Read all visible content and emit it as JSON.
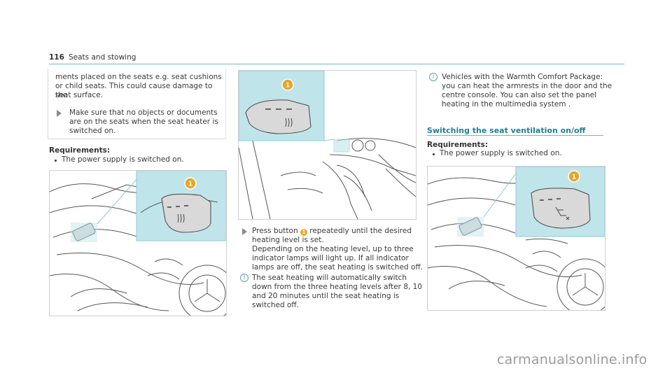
{
  "header": {
    "page_number": "116",
    "title": "Seats and stowing"
  },
  "col1": {
    "warning_lines": [
      "ments placed on the seats e.g. seat cushions",
      "or child seats. This could cause damage to the",
      "seat surface."
    ],
    "warning_bullet_lines": [
      "Make sure that no objects or documents",
      "are on the seats when the seat heater is",
      "switched on."
    ],
    "requirements_title": "Requirements:",
    "requirements_item": "The power supply is switched on."
  },
  "col2": {
    "callout": "1",
    "step_line1_a": "Press button",
    "step_line1_b": "repeatedly until the desired",
    "step_lines": [
      "heating level is set.",
      "Depending on the heating level, up to three",
      "indicator lamps will light up. If all indicator",
      "lamps are off, the seat heating is switched off."
    ],
    "info_lines": [
      "The seat heating will automatically switch",
      "down from the three heating levels after 8, 10",
      "and 20 minutes until the seat heating is",
      "switched off."
    ]
  },
  "col3": {
    "info_lines": [
      "Vehicles with the Warmth Comfort Package:",
      "you can heat the armrests in the door and the",
      "centre console. You can also set the panel",
      "heating in the multimedia system ."
    ],
    "section_title": "Switching the seat ventilation on/off",
    "requirements_title": "Requirements:",
    "requirements_item": "The power supply is switched on."
  },
  "figures": {
    "callout": "1"
  },
  "watermark": "carmanualsonline.info",
  "colors": {
    "accent": "#1f7e98",
    "callout": "#e7a529",
    "inset_bg": "#bfe5ea"
  }
}
